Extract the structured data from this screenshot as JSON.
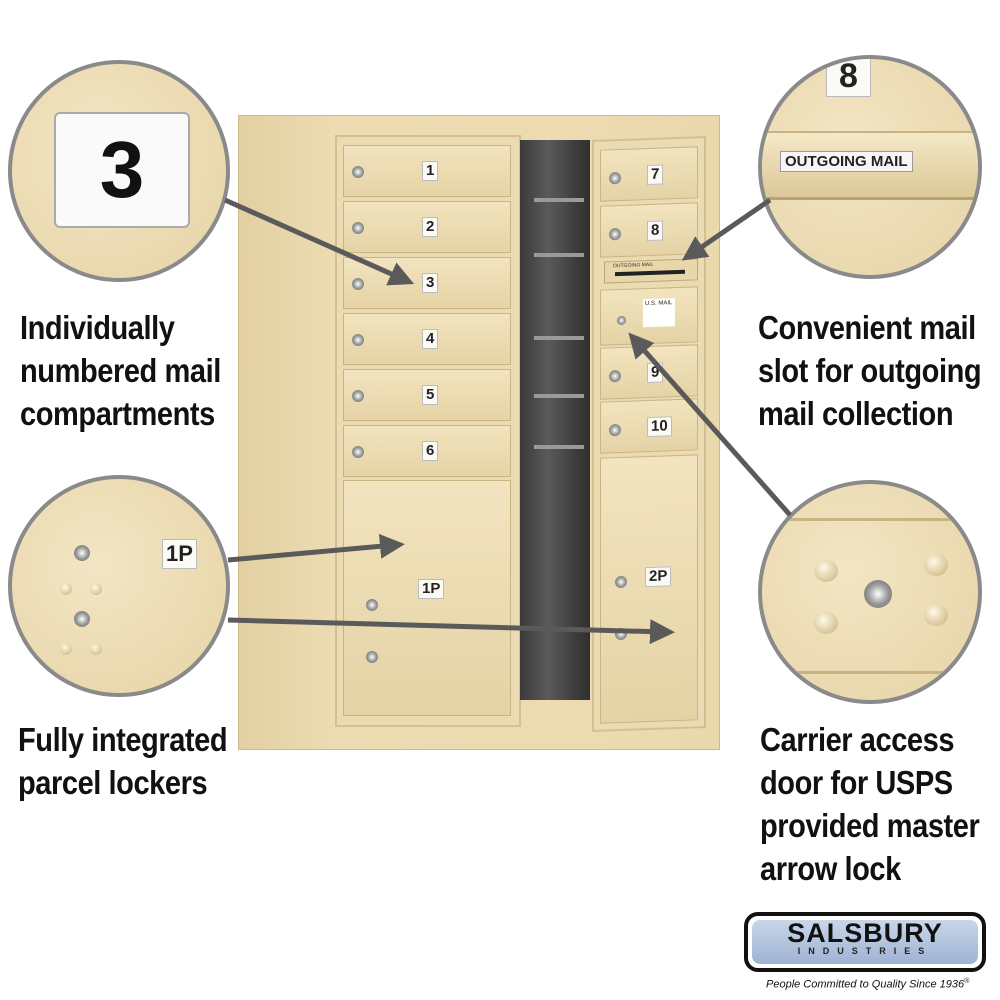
{
  "captions": {
    "top_left": [
      "Individually",
      "numbered mail",
      "compartments"
    ],
    "bottom_left": [
      "Fully integrated",
      "parcel lockers"
    ],
    "top_right": [
      "Convenient mail",
      "slot for outgoing",
      "mail collection"
    ],
    "bottom_right": [
      "Carrier access",
      "door for USPS",
      "provided master",
      "arrow lock"
    ]
  },
  "callouts": {
    "number_closeup": "3",
    "parcel_closeup": "1P",
    "outgoing_number": "8",
    "outgoing_label": "OUTGOING MAIL"
  },
  "mailbox": {
    "left_compartments": [
      "1",
      "2",
      "3",
      "4",
      "5",
      "6"
    ],
    "left_parcel": "1P",
    "right_compartments_top": [
      "7",
      "8"
    ],
    "outgoing_slot_label": "OUTGOING MAIL",
    "usps_panel_label": "U.S. MAIL",
    "right_compartments_bottom": [
      "9",
      "10"
    ],
    "right_parcel": "2P"
  },
  "brand": {
    "name": "SALSBURY",
    "sub": "INDUSTRIES",
    "tagline": "People Committed to Quality Since 1936",
    "registered": "®"
  },
  "colors": {
    "sand": "#eadbb2",
    "arrow": "#5a5a5a",
    "circle_border": "#8a8a8a"
  }
}
